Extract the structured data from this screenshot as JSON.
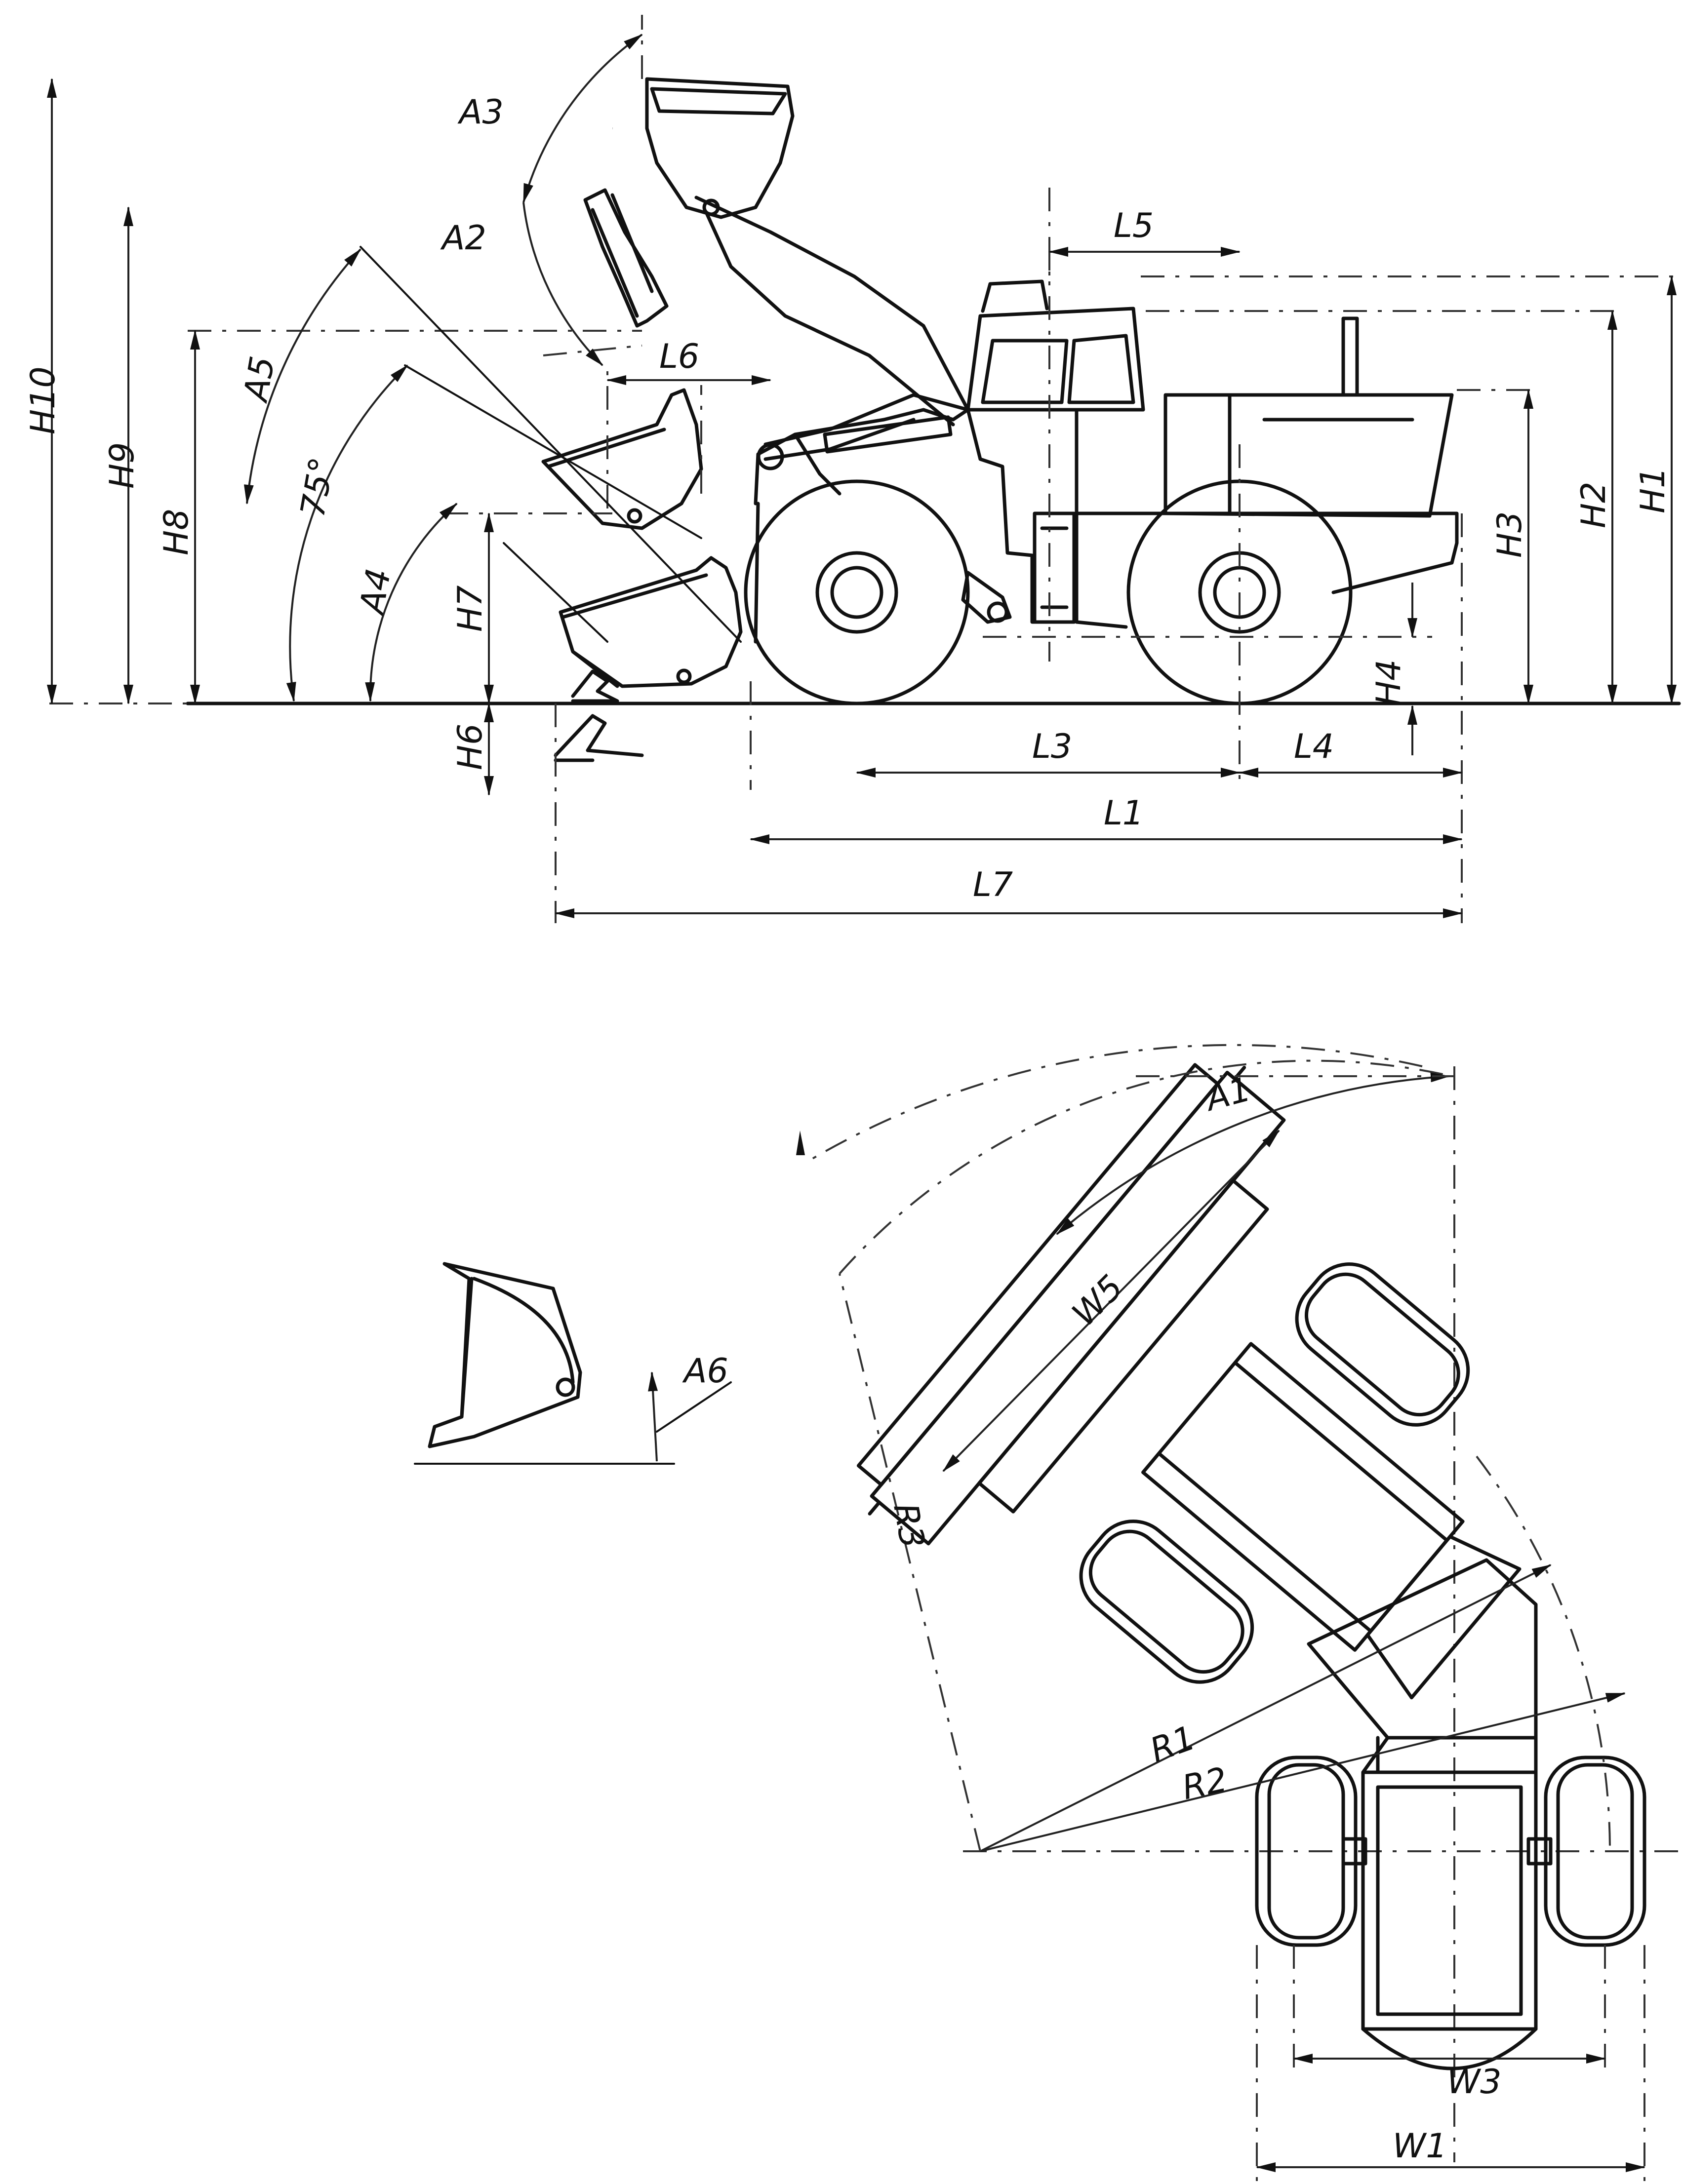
{
  "labels": {
    "H10": "H10",
    "H9": "H9",
    "H8": "H8",
    "H7": "H7",
    "H6": "H6",
    "H1": "H1",
    "H2": "H2",
    "H3": "H3",
    "H4": "H4",
    "A2": "A2",
    "A3": "A3",
    "A4": "A4",
    "A5": "A5",
    "angle75": "75°",
    "L1": "L1",
    "L3": "L3",
    "L4": "L4",
    "L5": "L5",
    "L6": "L6",
    "L7": "L7",
    "A1": "A1",
    "A6": "A6",
    "W5": "W5",
    "R1": "R1",
    "R2": "R2",
    "R3": "R3",
    "W1": "W1",
    "W3": "W3"
  }
}
